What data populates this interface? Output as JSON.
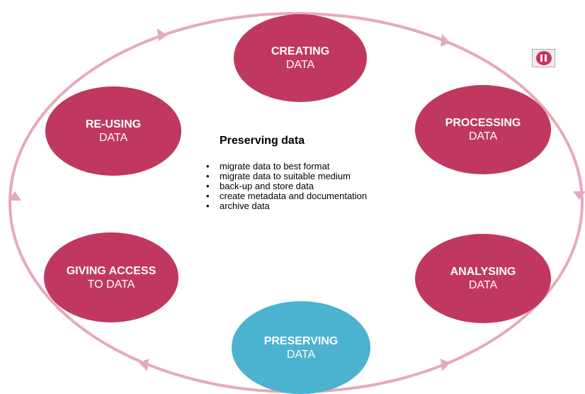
{
  "colors": {
    "stage": "#c0385f",
    "active_stage": "#4bb3cf",
    "ring": "#e6a9bb"
  },
  "stages": [
    {
      "id": "creating",
      "line1": "CREATING",
      "line2": "DATA",
      "active": false
    },
    {
      "id": "processing",
      "line1": "PROCESSING",
      "line2": "DATA",
      "active": false
    },
    {
      "id": "analysing",
      "line1": "ANALYSING",
      "line2": "DATA",
      "active": false
    },
    {
      "id": "preserving",
      "line1": "PRESERVING",
      "line2": "DATA",
      "active": true
    },
    {
      "id": "giving",
      "line1": "GIVING ACCESS",
      "line2": "TO DATA",
      "active": false
    },
    {
      "id": "reusing",
      "line1": "RE-USING",
      "line2": "DATA",
      "active": false
    }
  ],
  "detail": {
    "title": "Preserving data",
    "bullets": [
      "migrate data to best format",
      "migrate data to suitable medium",
      "back-up and store data",
      "create metadata and documentation",
      "archive data"
    ]
  },
  "controls": {
    "pause_icon": "pause-icon"
  }
}
